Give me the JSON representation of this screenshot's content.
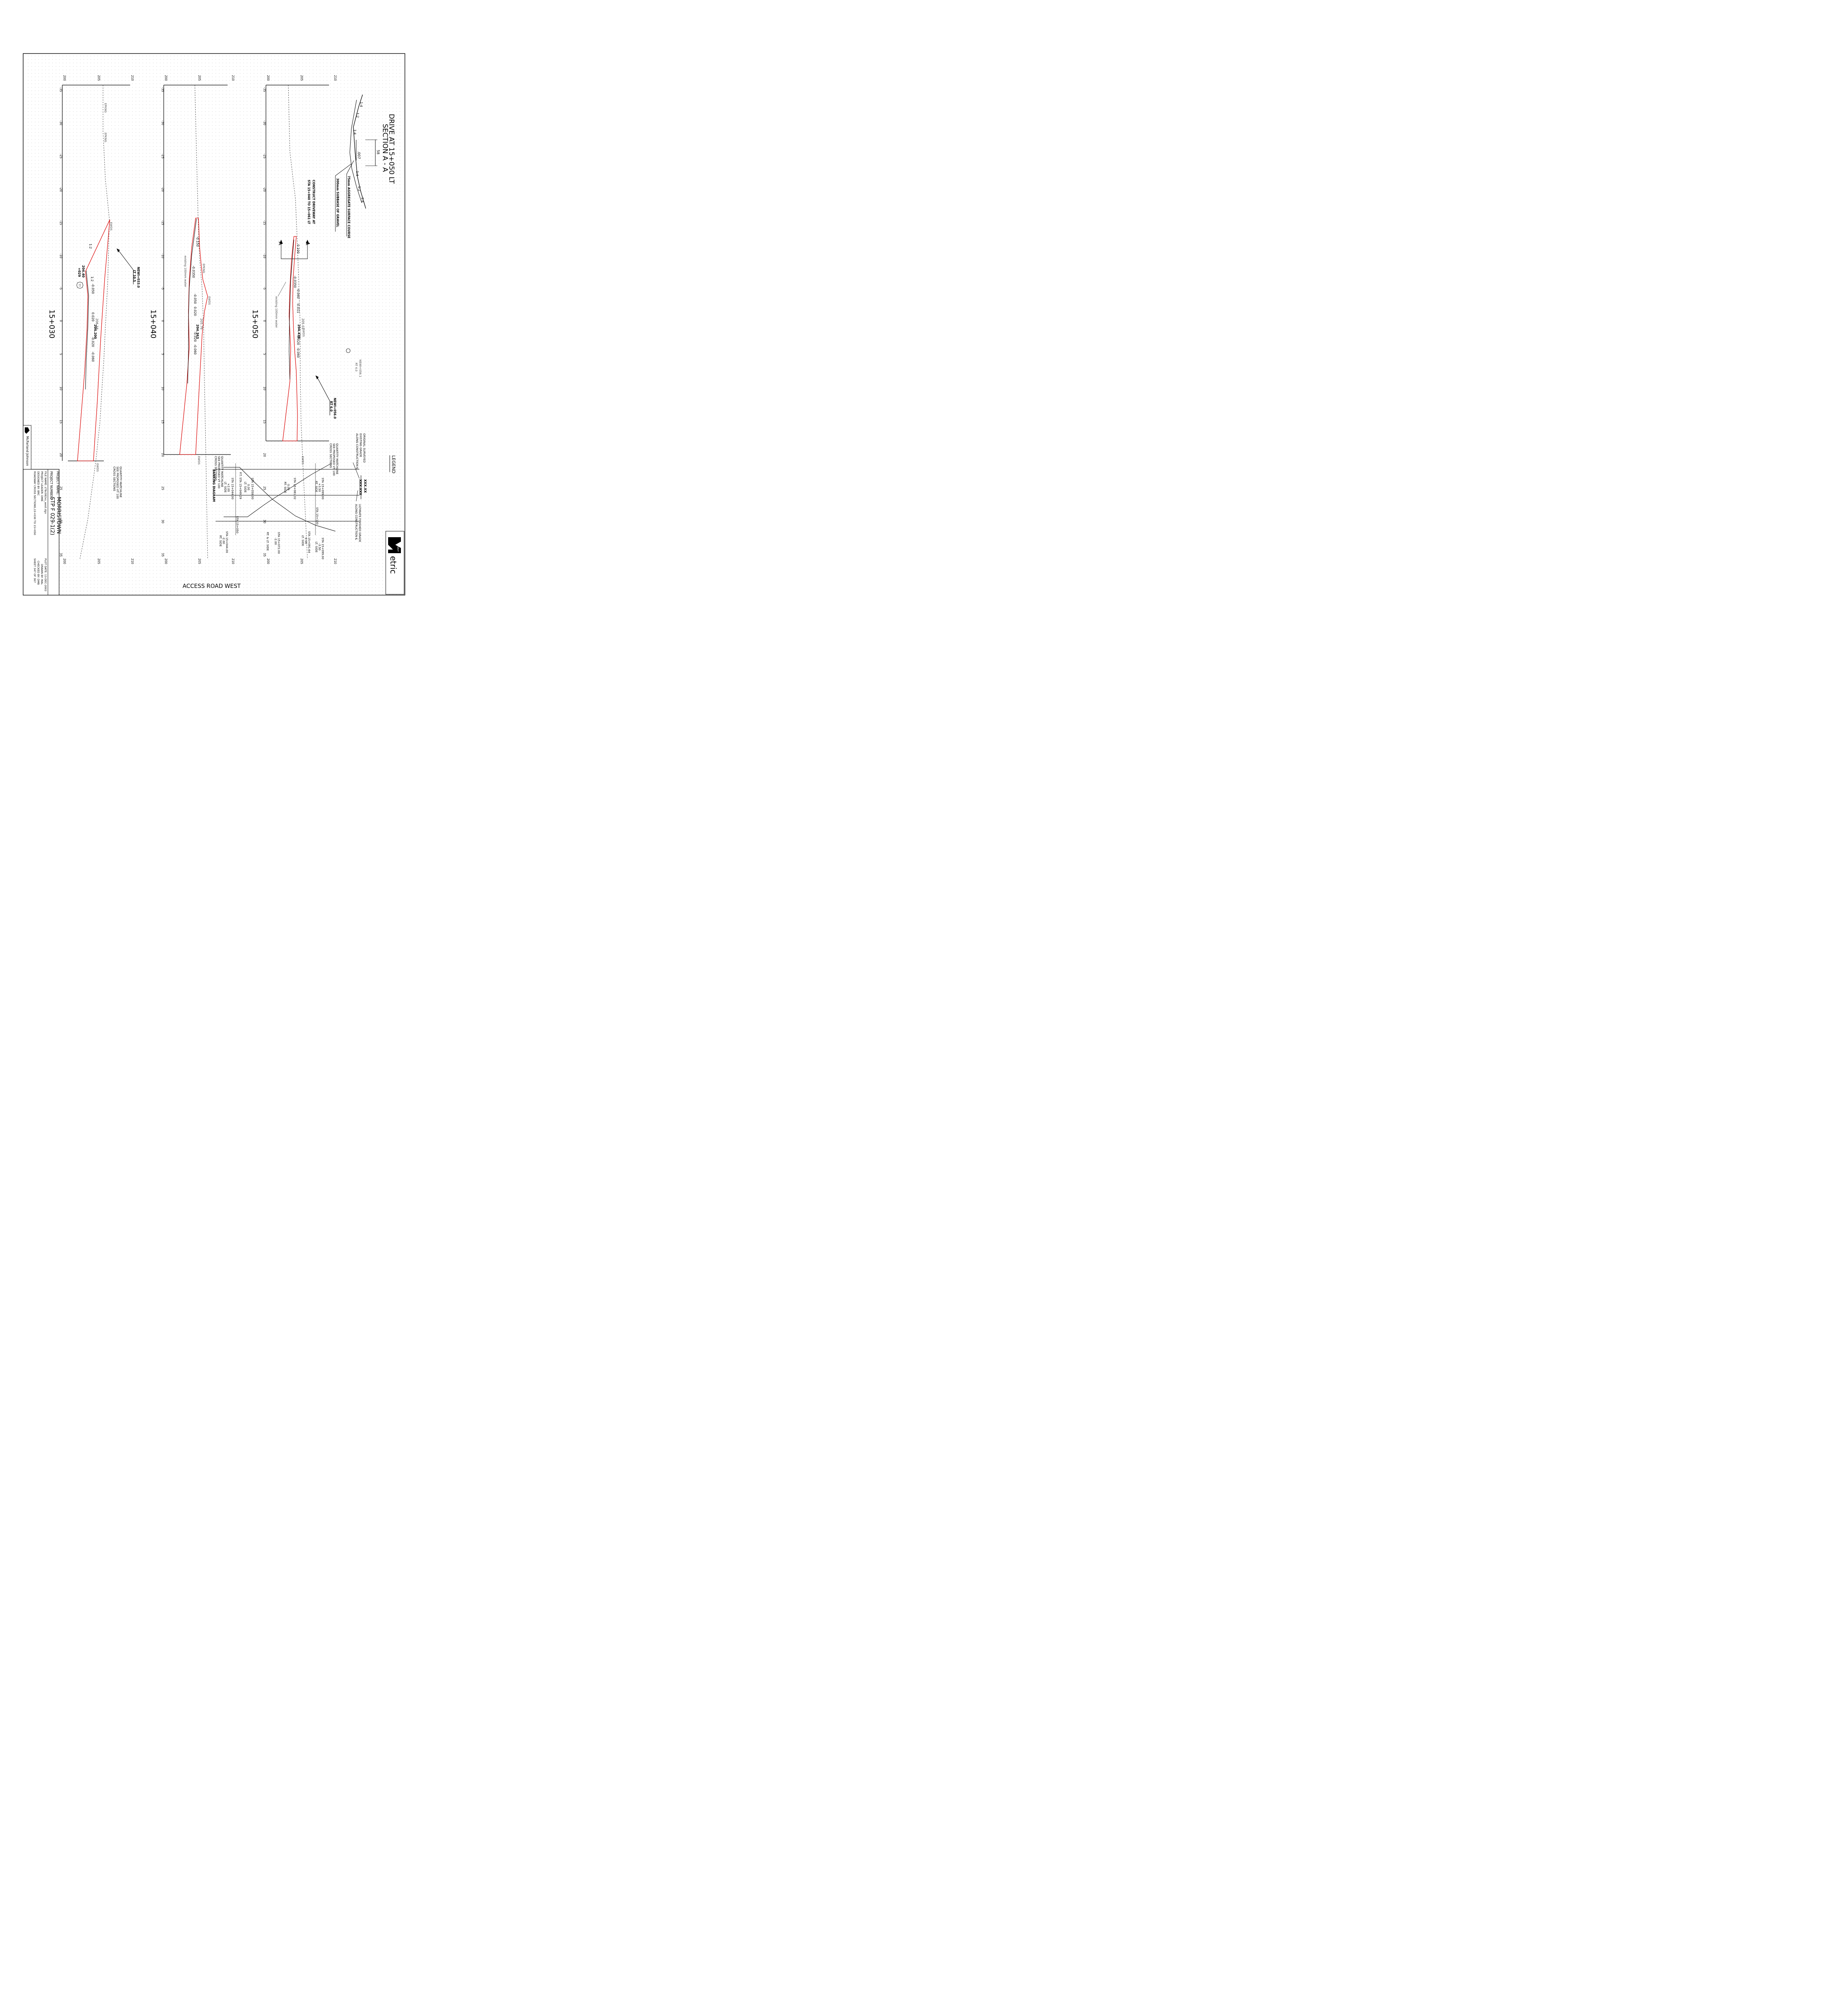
{
  "header": {
    "title_line1": "DRIVE AT 15+050 LT",
    "title_line2": "SECTION A - A"
  },
  "section_detail": {
    "width_label": "58",
    "slope_labels": [
      "1:4",
      "1:2",
      "1:4",
      "1:4",
      "1:2",
      "1:4"
    ],
    "mid_label": ".007",
    "surface_label": "75mm AGGREGATE SURFACE COURSE",
    "subbase_label": "300mm SUBBASE OF GRAVEL",
    "construct_note_line1": "CONSTRUCT DRIVEWAY AT",
    "construct_note_line2": "STA 15+040 TO 15+061 LT",
    "cut_marker": "A"
  },
  "legend": {
    "title": "LEGEND",
    "sample_value_1": "XXX.XX",
    "sample_value_2": "XXX.XXX",
    "note_original_line1": "ORIGINAL SURVEYED",
    "note_original_line2": "EXISTING GRADE",
    "note_original_line3": "ALONG CONSTRUCTION ℄",
    "note_ultimate_line1": "ULTIMATE FINISHED GRADE",
    "note_ultimate_line2": "ALONG CONSTRUCTION ℄"
  },
  "axes": {
    "offset_ticks": [
      "-35",
      "-30",
      "-25",
      "-20",
      "-15",
      "-10",
      "-5",
      "0",
      "5",
      "10",
      "15",
      "20",
      "25",
      "30",
      "35"
    ],
    "elev_ticks": [
      "200",
      "205",
      "210"
    ]
  },
  "sections": [
    {
      "station": "15+050",
      "elev_labels": [
        "205.02",
        "204.438"
      ],
      "slope_labels": [
        "0.100",
        "-0.0350",
        "-0.060",
        "-0.011",
        "-0.020",
        "-0.060"
      ],
      "annotations": [
        "EWDS",
        "EWDS",
        "existing 100mm water"
      ],
      "newi_line1": "NEWI+056.0",
      "newi_line2": "RT 6.0",
      "newi_top_line1": "NEWI+056.1",
      "newi_top_line2": "RT 4.0"
    },
    {
      "station": "15+040",
      "elev_labels": [
        "205.76",
        "204.363"
      ],
      "slope_labels": [
        "-0.150",
        "-0.0350",
        "-0.050",
        "0.020",
        "-0.020",
        "-0.060"
      ],
      "annotations": [
        "EPKNG",
        "EWDS",
        "EWDS",
        "existing 100mm water"
      ]
    },
    {
      "station": "15+030",
      "elev_labels": [
        "206.18",
        "204.200",
        "204.40",
        "+029"
      ],
      "slope_labels": [
        "1:2",
        "1:2",
        "-0.050",
        "0.020",
        "-0.020",
        "-0.060"
      ],
      "annotations": [
        "EPKNG",
        "EPKNG",
        "EWDS",
        "EWDS",
        "77"
      ],
      "newi_line1": "NEWI+033.0",
      "newi_line2": "LT 10.5"
    }
  ],
  "banking": {
    "title": "BANKING DIAGRAM",
    "matchline_a": [
      "QUANTITY MATCHLINE",
      "SEE PROPOSED VT 100",
      "CROSS SECTIONS"
    ],
    "matchline_b": [
      "QUANTITY MATCHLINE",
      "SEE PROPOSED VT 100",
      "CROSS SECTIONS"
    ],
    "matchline_c": [
      "QUANTITY MATCHLINE",
      "SEE PROPOSED VT 100",
      "CROSS SECTIONS"
    ],
    "sta_a": [
      "STA 15+099.00",
      "+3.50",
      "RT. SIDE"
    ],
    "sta_b": [
      "STA 15+081.32",
      "0.00",
      "RT. SIDE"
    ],
    "sta_c": [
      "STA 15+058.00",
      "0.00",
      "LT. SIDE"
    ],
    "sta_d": [
      "P.T. STA 15+049.29"
    ],
    "sta_e": [
      "STA 15+044.00",
      "+2.00",
      "LT. SIDE"
    ],
    "sta_f": [
      "STA 15+099.00",
      "-3.50",
      "LT. SIDE"
    ],
    "sta_g": [
      "STA 15+091.64",
      "-2.00",
      "LT. SIDE"
    ],
    "sta_h": [
      "STA 15+072.00",
      "-2.00",
      "RT. & LT. SIDE"
    ],
    "sta_i": [
      "STA 15+044.00",
      "-2.00",
      "RT. SIDE"
    ],
    "sta_j": "STA 15+050",
    "sta_k": "STA 15+100"
  },
  "titleblock": {
    "project_name_label": "PROJECT NAME:",
    "project_name": "MORRISTOWN",
    "project_number_label": "PROJECT NUMBER:",
    "project_number": "STP F 029-1(2)",
    "file_name": "FILE NAME: z78c082xs_west.dgn",
    "project_leader": "PROJECT LEADER: DMB",
    "designed_by": "DESIGNED BY: BRC",
    "sheet_desc": "ROADWAY CROSS SECTIONS,15+030 TO 15+050",
    "plot_date": "PLOT DATE: 13-DEC-2002",
    "drawn_by": "DRAWN BY: MAL",
    "checked_by": "CHECKED BY: DMB",
    "sheet_no": "SHEET 347 OF 367",
    "firm_name": "McFarland Johnson"
  },
  "footer": {
    "road_name": "ACCESS ROAD WEST"
  },
  "brand": {
    "logo_text": "etric",
    "badge_text": "VAOT"
  },
  "colors": {
    "finished_grade": "#dd1111",
    "line": "#000000",
    "existing": "#333333"
  }
}
